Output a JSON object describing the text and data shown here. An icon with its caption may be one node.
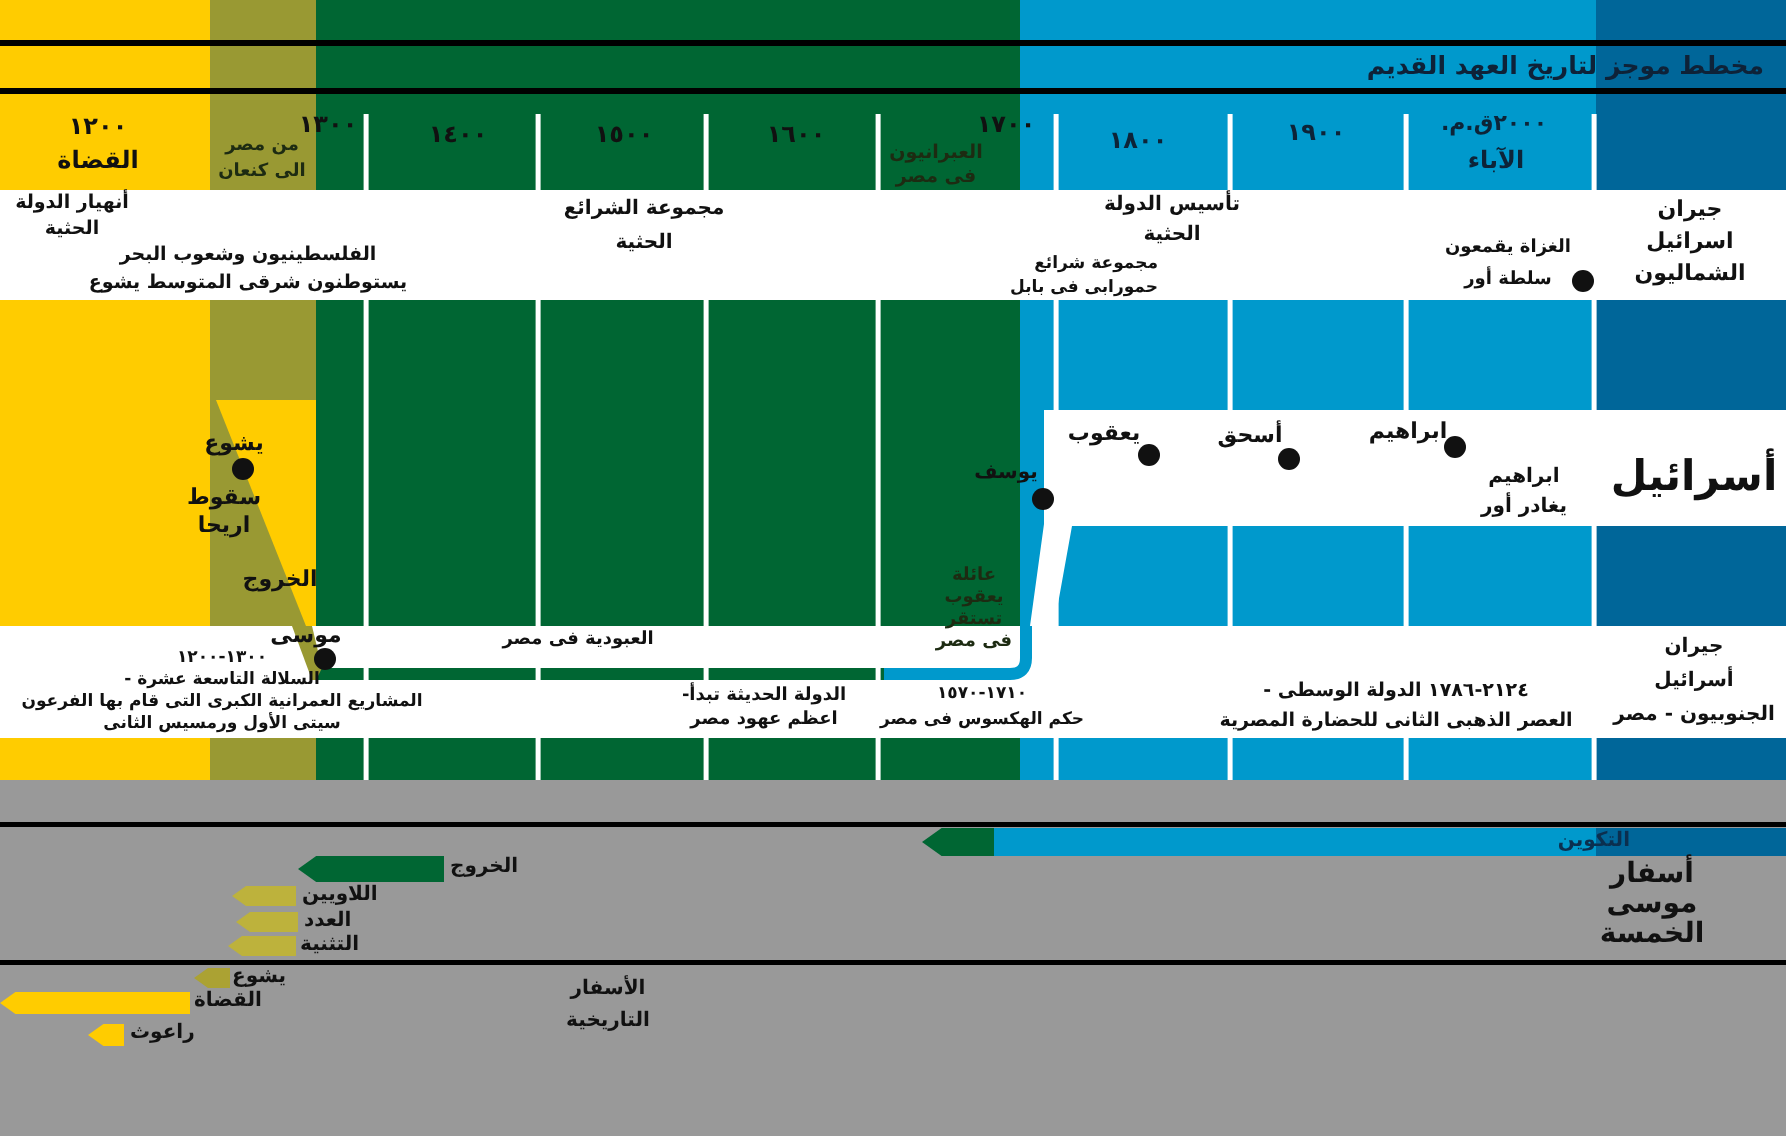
{
  "diagram": {
    "title": "مخطط موجز لتاريخ العهد القديم",
    "nodes": [
      {
        "text": [],
        "shape": "circle",
        "beside": [
          "الغزاة يقمعون سلطة أور"
        ]
      },
      {
        "text": [],
        "shape": "circle",
        "beside": [
          "ابراهيم"
        ]
      },
      {
        "text": [],
        "shape": "circle",
        "beside": [
          "أسحق"
        ]
      },
      {
        "text": [],
        "shape": "circle",
        "beside": [
          "يعقوب"
        ]
      },
      {
        "text": [],
        "shape": "circle",
        "beside": [
          "يوسف"
        ]
      },
      {
        "text": [],
        "shape": "circle",
        "beside": [
          "موسى"
        ]
      },
      {
        "text": [],
        "shape": "circle",
        "beside": [
          "يشوع"
        ]
      },
      {
        "text": [
          "التكوين"
        ]
      },
      {
        "text": [],
        "shape": "bar",
        "beside": [
          "الخروج"
        ]
      },
      {
        "text": [],
        "shape": "bar",
        "beside": [
          "اللاويين"
        ]
      },
      {
        "text": [],
        "shape": "bar",
        "beside": [
          "العدد"
        ]
      },
      {
        "text": [],
        "shape": "bar",
        "beside": [
          "التثنية"
        ]
      },
      {
        "text": [],
        "shape": "bar",
        "beside": [
          "يشوع"
        ]
      },
      {
        "text": [],
        "shape": "bar",
        "beside": [
          "القضاة"
        ]
      },
      {
        "text": [],
        "shape": "bar",
        "beside": [
          "راعوث"
        ]
      }
    ],
    "labels": [
      "٢٠٠٠ق.م.",
      "الآباء",
      "١٩٠٠",
      "١٨٠٠",
      "١٧٠٠",
      "العبرانيون فى مصر",
      "١٦٠٠",
      "١٥٠٠",
      "١٤٠٠",
      "١٣٠٠",
      "من مصر الى كنعان",
      "١٢٠٠",
      "القضاة",
      "جيران اسرائيل الشماليون",
      "تأسيس الدولة الحثية",
      "مجموعة شرائع حمورابى فى بابل",
      "مجموعة الشرائع الحثية",
      "أنهيار الدولة الحثية",
      "الفلسطينيون وشعوب البحر يستوطنون شرقى المتوسط يشوع",
      "أسرائيل",
      "ابراهيم يغادر أور",
      "عائلة يعقوب تستقر فى مصر",
      "سقوط اريحا",
      "الخروج",
      "العبودية فى مصر",
      "جيران أسرائيل الجنوبيون - مصر",
      "٢١٢٤-١٧٨٦ الدولة الوسطى - العصر الذهبى الثانى للحضارة المصرية",
      "١٧١٠-١٥٧٠ حكم الهكسوس فى مصر",
      "الدولة الحديثة تبدأ- اعظم عهود مصر",
      "١٣٠٠-١٢٠٠ السلالة التاسعة عشرة - المشاريع العمرانية الكبرى التى قام بها الفرعون سيتى الأول ورمسيس الثانى",
      "أسفار موسى الخمسة",
      "الأسفار التاريخية"
    ]
  }
}
